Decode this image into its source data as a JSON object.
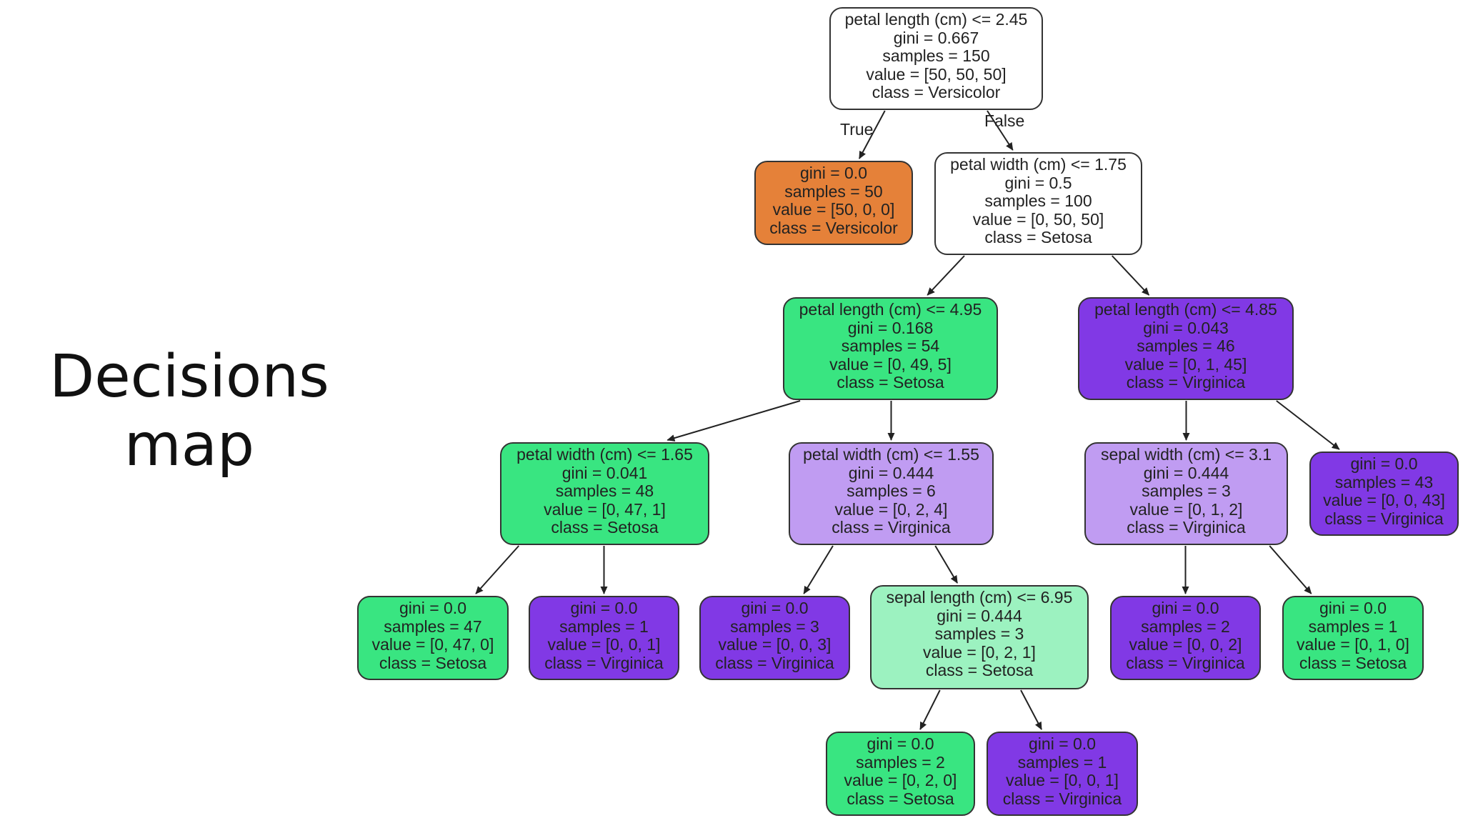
{
  "title": {
    "line1": "Decisions",
    "line2": "map"
  },
  "edge_labels": {
    "true_label": "True",
    "false_label": "False"
  },
  "colors": {
    "white": "#ffffff",
    "orange": "#e58139",
    "green": "#39e581",
    "light_green": "#9cf2c0",
    "purple": "#8139e5",
    "light_purple": "#c09cf2"
  },
  "nodes": [
    {
      "id": "n0",
      "lines": [
        "petal length (cm) <= 2.45",
        "gini = 0.667",
        "samples = 150",
        "value = [50, 50, 50]",
        "class = Versicolor"
      ],
      "fill": "white"
    },
    {
      "id": "n1",
      "lines": [
        "gini = 0.0",
        "samples = 50",
        "value = [50, 0, 0]",
        "class = Versicolor"
      ],
      "fill": "orange"
    },
    {
      "id": "n2",
      "lines": [
        "petal width (cm) <= 1.75",
        "gini = 0.5",
        "samples = 100",
        "value = [0, 50, 50]",
        "class = Setosa"
      ],
      "fill": "white"
    },
    {
      "id": "n3",
      "lines": [
        "petal length (cm) <= 4.95",
        "gini = 0.168",
        "samples = 54",
        "value = [0, 49, 5]",
        "class = Setosa"
      ],
      "fill": "green"
    },
    {
      "id": "n4",
      "lines": [
        "petal length (cm) <= 4.85",
        "gini = 0.043",
        "samples = 46",
        "value = [0, 1, 45]",
        "class = Virginica"
      ],
      "fill": "purple"
    },
    {
      "id": "n5",
      "lines": [
        "petal width (cm) <= 1.65",
        "gini = 0.041",
        "samples = 48",
        "value = [0, 47, 1]",
        "class = Setosa"
      ],
      "fill": "green"
    },
    {
      "id": "n6",
      "lines": [
        "petal width (cm) <= 1.55",
        "gini = 0.444",
        "samples = 6",
        "value = [0, 2, 4]",
        "class = Virginica"
      ],
      "fill": "light_purple"
    },
    {
      "id": "n7",
      "lines": [
        "sepal width (cm) <= 3.1",
        "gini = 0.444",
        "samples = 3",
        "value = [0, 1, 2]",
        "class = Virginica"
      ],
      "fill": "light_purple"
    },
    {
      "id": "n8",
      "lines": [
        "gini = 0.0",
        "samples = 43",
        "value = [0, 0, 43]",
        "class = Virginica"
      ],
      "fill": "purple"
    },
    {
      "id": "n9",
      "lines": [
        "gini = 0.0",
        "samples = 47",
        "value = [0, 47, 0]",
        "class = Setosa"
      ],
      "fill": "green"
    },
    {
      "id": "n10",
      "lines": [
        "gini = 0.0",
        "samples = 1",
        "value = [0, 0, 1]",
        "class = Virginica"
      ],
      "fill": "purple"
    },
    {
      "id": "n11",
      "lines": [
        "gini = 0.0",
        "samples = 3",
        "value = [0, 0, 3]",
        "class = Virginica"
      ],
      "fill": "purple"
    },
    {
      "id": "n12",
      "lines": [
        "sepal length (cm) <= 6.95",
        "gini = 0.444",
        "samples = 3",
        "value = [0, 2, 1]",
        "class = Setosa"
      ],
      "fill": "light_green"
    },
    {
      "id": "n13",
      "lines": [
        "gini = 0.0",
        "samples = 2",
        "value = [0, 0, 2]",
        "class = Virginica"
      ],
      "fill": "purple"
    },
    {
      "id": "n14",
      "lines": [
        "gini = 0.0",
        "samples = 1",
        "value = [0, 1, 0]",
        "class = Setosa"
      ],
      "fill": "green"
    },
    {
      "id": "n15",
      "lines": [
        "gini = 0.0",
        "samples = 2",
        "value = [0, 2, 0]",
        "class = Setosa"
      ],
      "fill": "green"
    },
    {
      "id": "n16",
      "lines": [
        "gini = 0.0",
        "samples = 1",
        "value = [0, 0, 1]",
        "class = Virginica"
      ],
      "fill": "purple"
    }
  ],
  "edges": [
    [
      "n0",
      "n1"
    ],
    [
      "n0",
      "n2"
    ],
    [
      "n2",
      "n3"
    ],
    [
      "n2",
      "n4"
    ],
    [
      "n3",
      "n5"
    ],
    [
      "n3",
      "n6"
    ],
    [
      "n4",
      "n7"
    ],
    [
      "n4",
      "n8"
    ],
    [
      "n5",
      "n9"
    ],
    [
      "n5",
      "n10"
    ],
    [
      "n6",
      "n11"
    ],
    [
      "n6",
      "n12"
    ],
    [
      "n7",
      "n13"
    ],
    [
      "n7",
      "n14"
    ],
    [
      "n12",
      "n15"
    ],
    [
      "n12",
      "n16"
    ]
  ]
}
